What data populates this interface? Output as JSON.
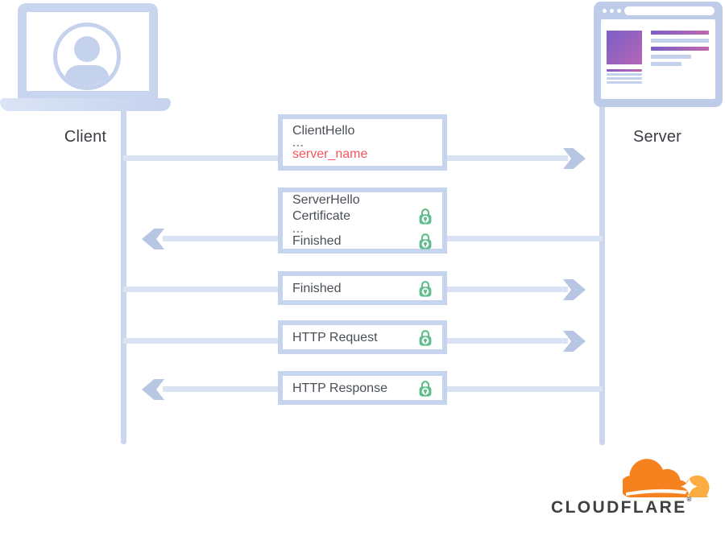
{
  "client": {
    "label": "Client"
  },
  "server": {
    "label": "Server"
  },
  "messages": [
    {
      "direction": "right",
      "lines": [
        {
          "text": "ClientHello",
          "style": "dark",
          "lock": false
        },
        {
          "text": "...",
          "style": "muted",
          "lock": false
        },
        {
          "text": "server_name",
          "style": "red",
          "lock": false
        }
      ]
    },
    {
      "direction": "left",
      "lines": [
        {
          "text": "ServerHello",
          "style": "dark",
          "lock": false
        },
        {
          "text": "Certificate",
          "style": "dark",
          "lock": true
        },
        {
          "text": "...",
          "style": "muted",
          "lock": false
        },
        {
          "text": "Finished",
          "style": "dark",
          "lock": true
        }
      ]
    },
    {
      "direction": "right",
      "lines": [
        {
          "text": "Finished",
          "style": "dark",
          "lock": true
        }
      ]
    },
    {
      "direction": "right",
      "lines": [
        {
          "text": "HTTP Request",
          "style": "dark",
          "lock": true
        }
      ]
    },
    {
      "direction": "left",
      "lines": [
        {
          "text": "HTTP Response",
          "style": "dark",
          "lock": true
        }
      ]
    }
  ],
  "logo": {
    "wordmark": "CLOUDFLARE",
    "registered": "®"
  },
  "colors": {
    "icon_blue": "#c9d5ee",
    "lifeline": "#ccd7ed",
    "arrow_line": "#d9e3f4",
    "arrow_head": "#b7c6e3",
    "box_border": "#c7d4ee",
    "text_dark": "#4a4f57",
    "text_muted": "#8f959d",
    "text_red": "#f6545e",
    "lock_green": "#5fbe8a",
    "purple_gradient_start": "#7b5fc8",
    "purple_gradient_end": "#b566b6",
    "cloudflare_orange": "#f6821f",
    "cloudflare_light_orange": "#fbad41",
    "wordmark_color": "#3f4043"
  }
}
